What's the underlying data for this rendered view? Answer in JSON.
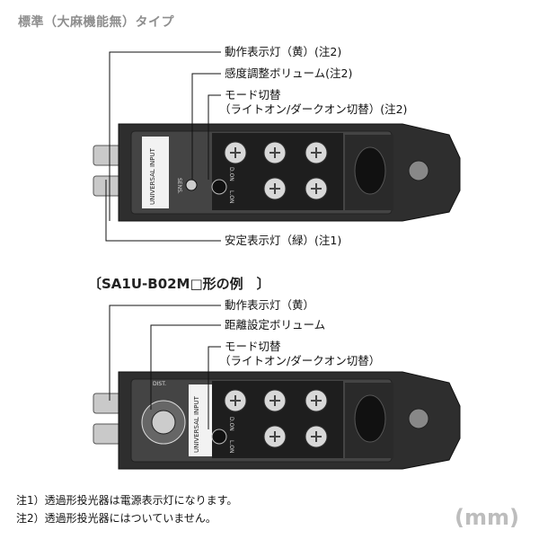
{
  "header": {
    "title": "標準（大麻機能無）タイプ"
  },
  "top_diagram": {
    "labels": {
      "operation_indicator": "動作表示灯（黄）(注2)",
      "sensitivity_volume": "感度調整ボリューム(注2)",
      "mode_switch_line1": "モード切替",
      "mode_switch_line2": "（ライトオン/ダークオン切替）(注2)",
      "stability_indicator": "安定表示灯（緑）(注1)"
    },
    "panel_text": {
      "universal_input": "UNIVERSAL INPUT",
      "sens": "SENS.",
      "lon": "L.ON",
      "don": "D.ON"
    }
  },
  "bottom_section": {
    "title": "〔SA1U-B02M□形の例　〕"
  },
  "bottom_diagram": {
    "labels": {
      "operation_indicator": "動作表示灯（黄）",
      "distance_volume": "距離設定ボリューム",
      "mode_switch_line1": "モード切替",
      "mode_switch_line2": "（ライトオン/ダークオン切替）"
    },
    "panel_text": {
      "universal_input": "UNIVERSAL INPUT",
      "dist": "DIST.",
      "lon": "L.ON",
      "don": "D.ON"
    }
  },
  "notes": {
    "note1": "注1）透過形投光器は電源表示灯になります。",
    "note2": "注2）透過形投光器にはついていません。"
  },
  "unit": "(mm)",
  "colors": {
    "body_dark": "#2b2b2b",
    "panel": "#3a3a3a",
    "screw_head": "#dcdcdc",
    "title_gray": "#8e8e8e"
  }
}
